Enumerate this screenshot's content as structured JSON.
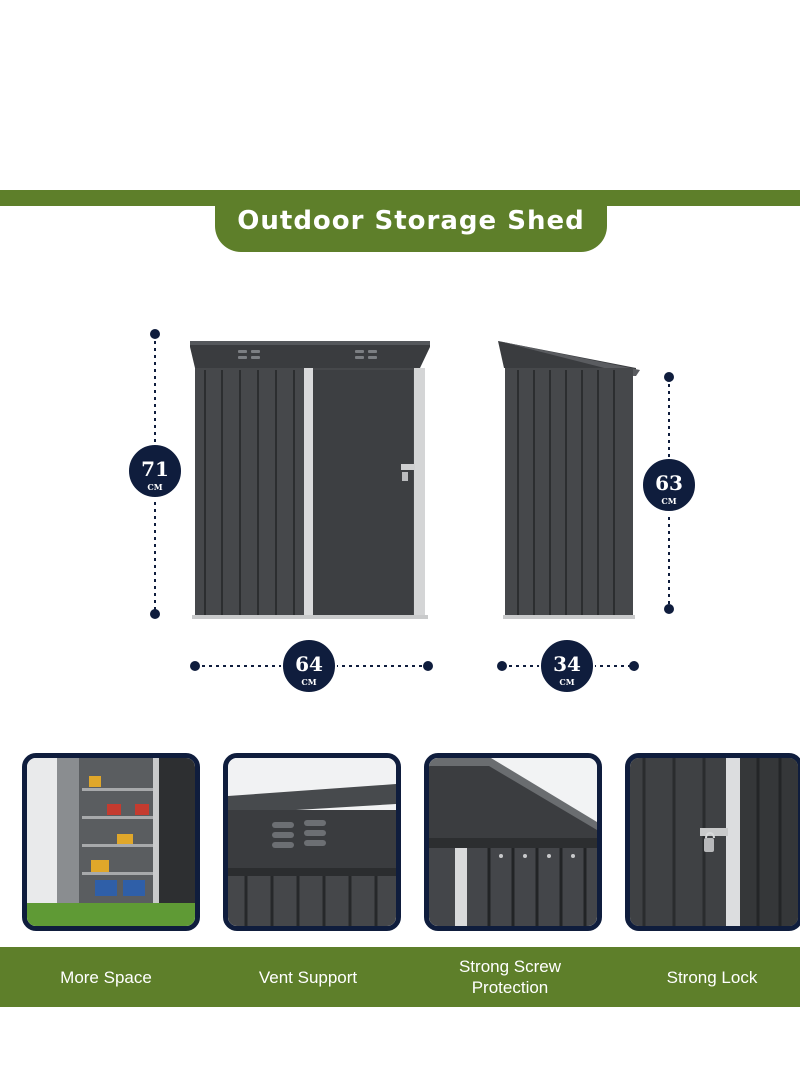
{
  "title": "Outdoor Storage Shed",
  "dimensions": {
    "front_height": {
      "value": "71",
      "unit": "CM"
    },
    "front_width": {
      "value": "64",
      "unit": "CM"
    },
    "side_height": {
      "value": "63",
      "unit": "CM"
    },
    "side_depth": {
      "value": "34",
      "unit": "CM"
    }
  },
  "features": [
    {
      "label": "More Space"
    },
    {
      "label": "Vent Support"
    },
    {
      "label": "Strong Screw\nProtection"
    },
    {
      "label": "Strong Lock"
    }
  ],
  "colors": {
    "brand_green": "#5e7f2a",
    "navy": "#0f1d3d",
    "shed_dark": "#3b3d40"
  }
}
